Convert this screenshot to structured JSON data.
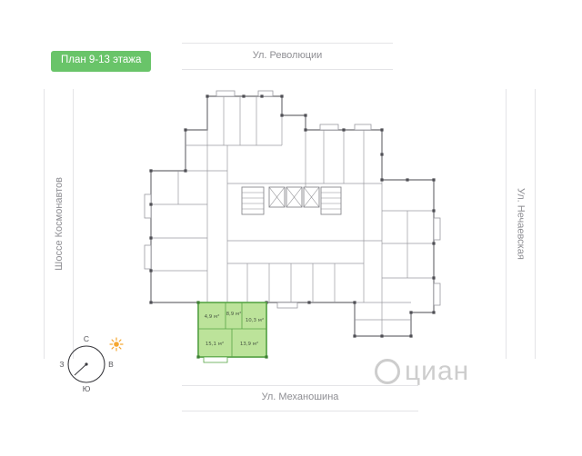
{
  "badge": {
    "label": "План 9-13 этажа"
  },
  "streets": {
    "top": "Ул. Революции",
    "left": "Шоссе Космонавтов",
    "right": "Ул. Нечаевская",
    "bottom": "Ул. Механошина"
  },
  "compass": {
    "north": "С",
    "east": "В",
    "south": "Ю",
    "west": "З"
  },
  "apartment": {
    "highlight_color": "#BCE39A",
    "outline_color": "#57A546",
    "rooms": [
      {
        "area": "4,9 м²"
      },
      {
        "area": "8,9 м²"
      },
      {
        "area": "10,3 м²"
      },
      {
        "area": "15,1 м²"
      },
      {
        "area": "13,9 м²"
      }
    ]
  },
  "watermark": {
    "text": "циан"
  },
  "colors": {
    "badge_bg": "#69C469",
    "street_text": "#8E8E93",
    "plan_stroke": "#85858A",
    "sun": "#F5A731"
  }
}
